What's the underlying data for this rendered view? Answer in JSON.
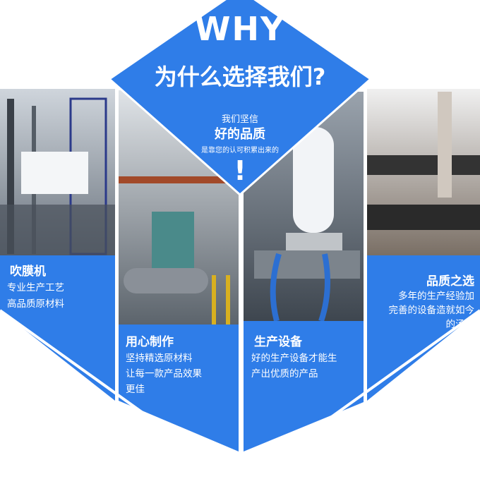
{
  "header": {
    "title": "WHY",
    "subtitle": "为什么选择我们?"
  },
  "center_badge": {
    "line1": "我们坚信",
    "line2": "好的品质",
    "line3": "是靠您的认可积累出来的",
    "mark": "!"
  },
  "panels": [
    {
      "title": "吹膜机",
      "lines": [
        "专业生产工艺",
        "高品质原材料"
      ]
    },
    {
      "title": "用心制作",
      "lines": [
        "坚持精选原材料",
        "让每一款产品效果",
        "更佳"
      ]
    },
    {
      "title": "生产设备",
      "lines": [
        "好的生产设备才能生",
        "产出优质的产品"
      ]
    },
    {
      "title": "品质之选",
      "lines": [
        "多年的生产经验加",
        "完善的设备造就如今",
        "的汤泰"
      ]
    }
  ],
  "colors": {
    "accent": "#2f7de8",
    "dark": "#1f5fc0"
  },
  "icons": [
    "exclamation-mark"
  ]
}
